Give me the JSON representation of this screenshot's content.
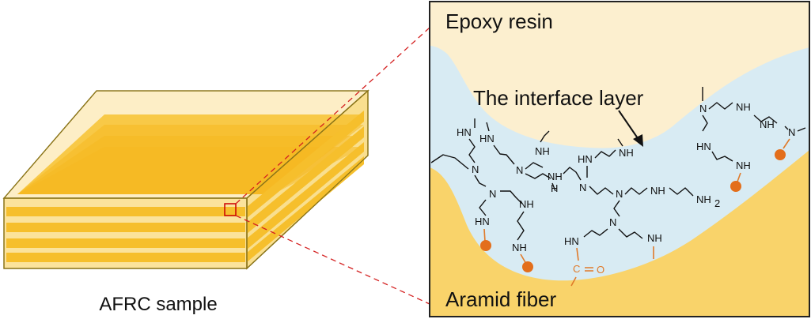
{
  "sample": {
    "caption": "AFRC sample"
  },
  "zoom": {
    "epoxy_label": "Epoxy resin",
    "interface_label": "The interface layer",
    "fiber_label": "Aramid fiber"
  },
  "molecule": {
    "nh": "NH",
    "hn": "HN",
    "n": "N",
    "nh2": "NH",
    "nh2_subscript": "2",
    "co": "C=O",
    "c": "C",
    "o": "O"
  },
  "colors": {
    "epoxy": "#fcefcf",
    "interface": "#d8ebf3",
    "fiber": "#f9d36a",
    "graft_dot": "#e36e1b",
    "highlight_box": "#cc0000"
  }
}
